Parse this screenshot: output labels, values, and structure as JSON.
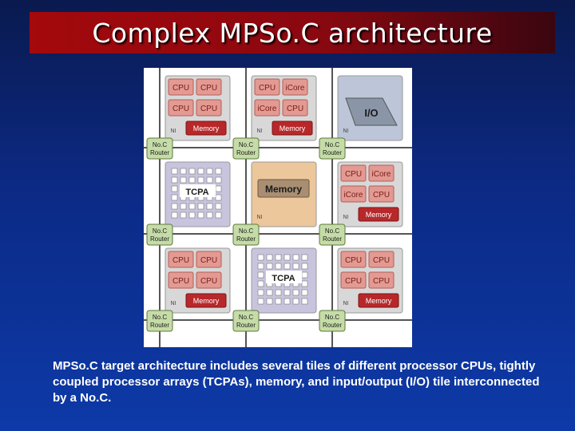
{
  "title": "Complex MPSo.C architecture",
  "caption": "MPSo.C target architecture includes several tiles of different processor CPUs, tightly coupled processor arrays (TCPAs), memory, and input/output (I/O) tile interconnected by a No.C.",
  "diagram": {
    "router_label_line1": "No.C",
    "router_label_line2": "Router",
    "ni_label": "NI",
    "tiles": [
      {
        "type": "cpu",
        "cells": [
          "CPU",
          "CPU",
          "CPU",
          "CPU"
        ],
        "memory": "Memory"
      },
      {
        "type": "cpu",
        "cells": [
          "CPU",
          "iCore",
          "iCore",
          "CPU"
        ],
        "memory": "Memory"
      },
      {
        "type": "io",
        "label": "I/O"
      },
      {
        "type": "tcpa",
        "label": "TCPA"
      },
      {
        "type": "memory",
        "label": "Memory"
      },
      {
        "type": "cpu",
        "cells": [
          "CPU",
          "iCore",
          "iCore",
          "CPU"
        ],
        "memory": "Memory"
      },
      {
        "type": "cpu",
        "cells": [
          "CPU",
          "CPU",
          "CPU",
          "CPU"
        ],
        "memory": "Memory"
      },
      {
        "type": "tcpa",
        "label": "TCPA"
      },
      {
        "type": "cpu",
        "cells": [
          "CPU",
          "CPU",
          "CPU",
          "CPU"
        ],
        "memory": "Memory"
      }
    ]
  }
}
